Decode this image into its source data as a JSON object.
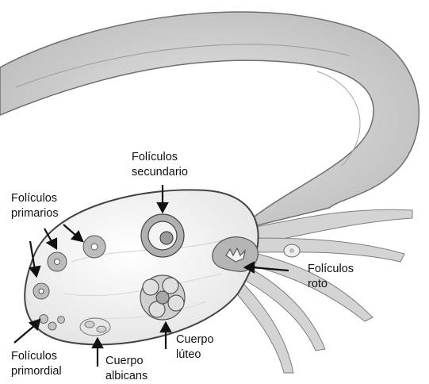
{
  "labels": {
    "secundario": {
      "line1": "Folículos",
      "line2": "secundario"
    },
    "primarios": {
      "line1": "Folículos",
      "line2": "primarios"
    },
    "roto": {
      "line1": "Folículos",
      "line2": "roto"
    },
    "primordial": {
      "line1": "Folículos",
      "line2": "primordial"
    },
    "albicans": {
      "line1": "Cuerpo",
      "line2": "albicans"
    },
    "luteo": {
      "line1": "Cuerpo",
      "line2": "lúteo"
    }
  },
  "colors": {
    "tube": "#cfcfcf",
    "tube_edge": "#7a7a7a",
    "ovary": "#f2f2f2",
    "follicle": "#b8b8b8",
    "arrow": "#111111"
  }
}
